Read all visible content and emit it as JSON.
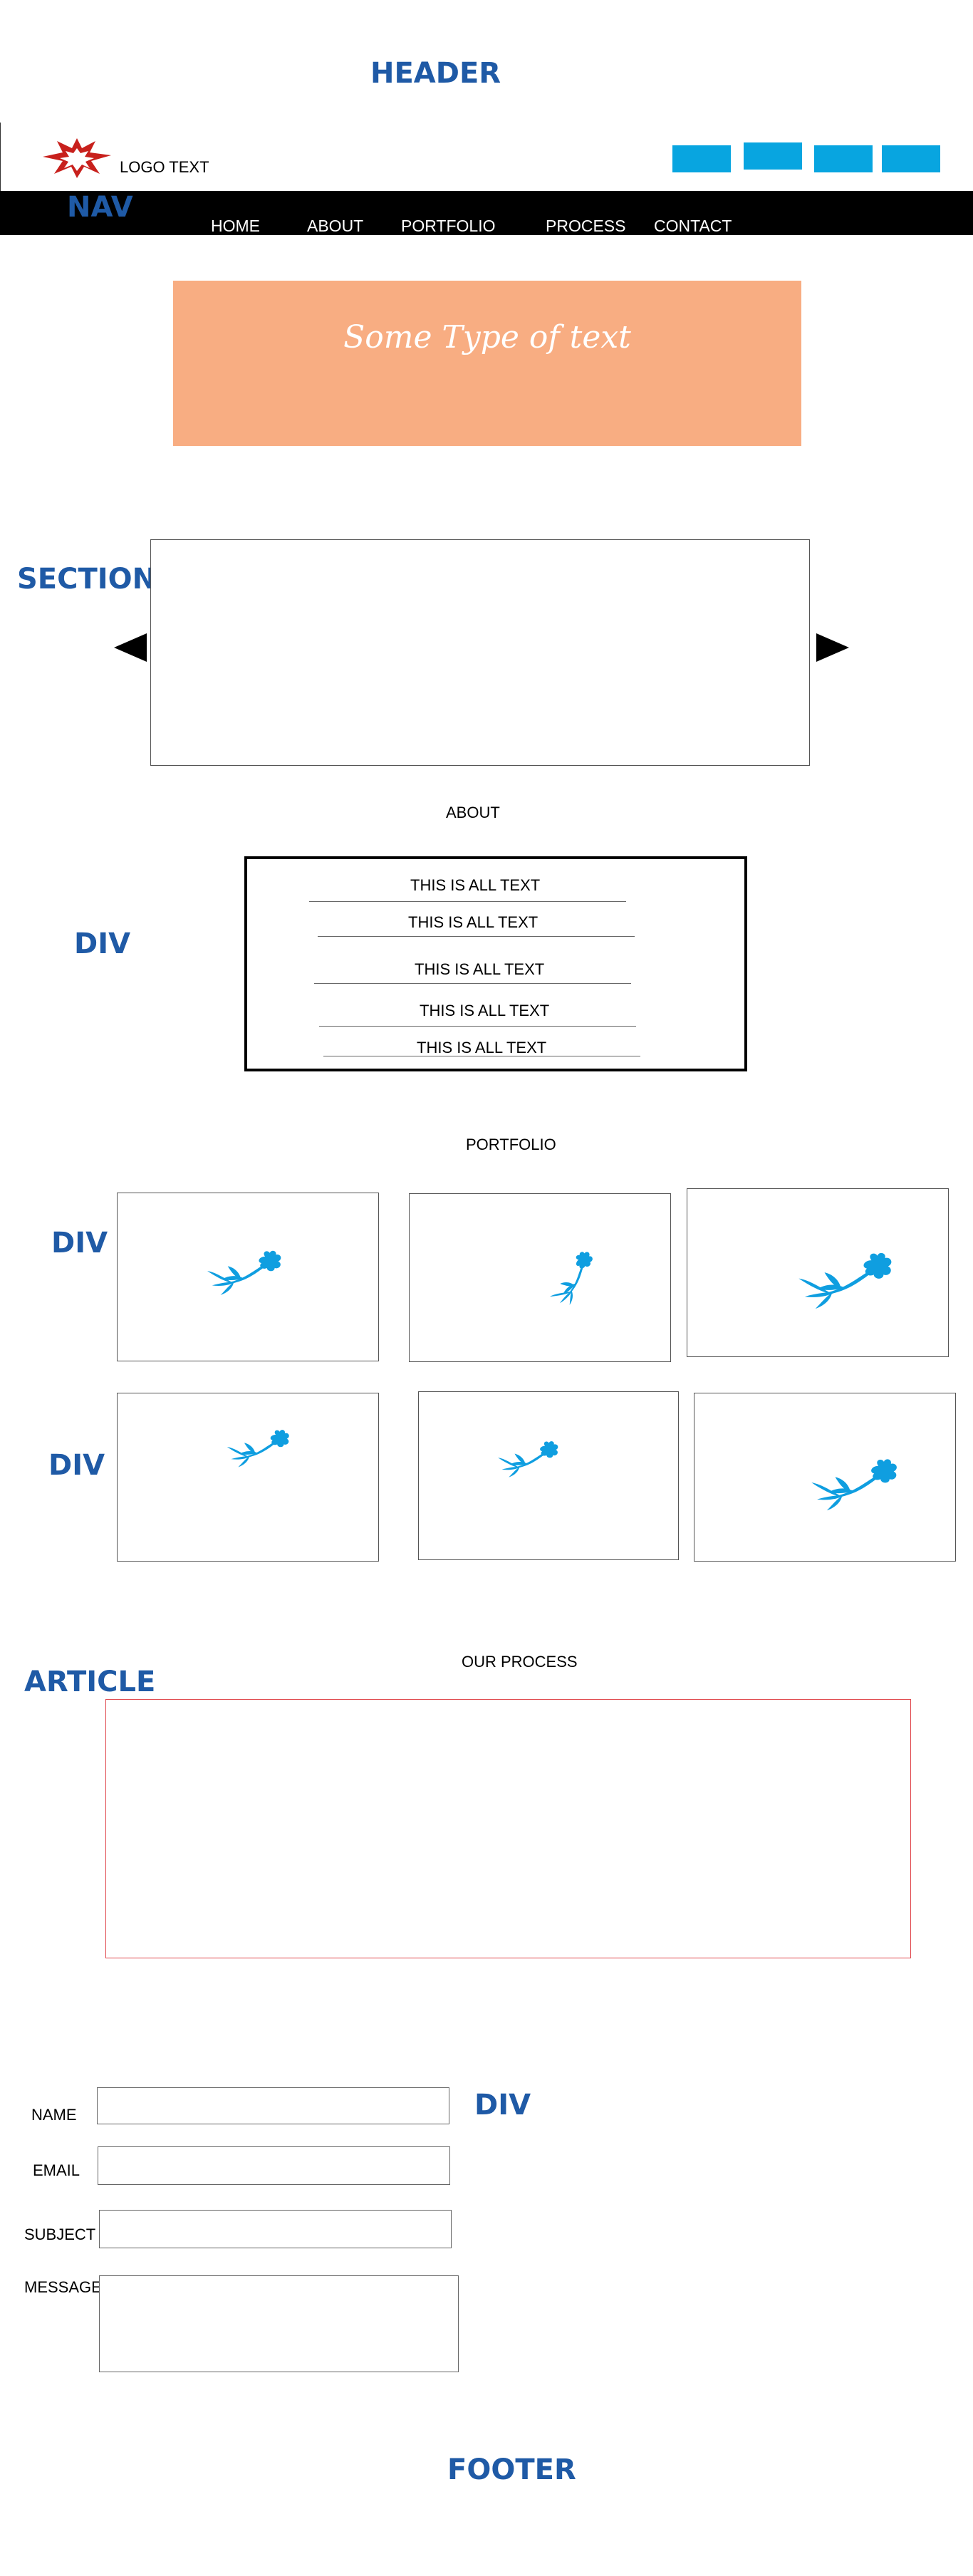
{
  "labels": {
    "header": "HEADER",
    "nav": "NAV",
    "section": "SECTION",
    "div": "DIV",
    "article": "ARTICLE",
    "footer": "FOOTER"
  },
  "header": {
    "logo_text": "LOGO TEXT"
  },
  "nav": {
    "items": [
      "HOME",
      "ABOUT",
      "PORTFOLIO",
      "PROCESS",
      "CONTACT"
    ]
  },
  "hero": {
    "text": "Some Type of text",
    "color": "#f8ad82"
  },
  "about": {
    "heading": "ABOUT",
    "lines": [
      "THIS IS ALL TEXT",
      "THIS IS ALL TEXT",
      "THIS IS ALL TEXT",
      "THIS IS ALL TEXT",
      "THIS IS ALL TEXT"
    ]
  },
  "portfolio": {
    "heading": "PORTFOLIO"
  },
  "process": {
    "heading": "OUR PROCESS"
  },
  "contact": {
    "name_label": "NAME",
    "email_label": "EMAIL",
    "subject_label": "SUBJECT",
    "message_label": "MESSAGE"
  },
  "colors": {
    "label_blue": "#1f5aa6",
    "button_blue": "#08a5e0",
    "nav_bar": "#000000",
    "article_border": "#e0474c",
    "flower": "#0f9ee0"
  }
}
